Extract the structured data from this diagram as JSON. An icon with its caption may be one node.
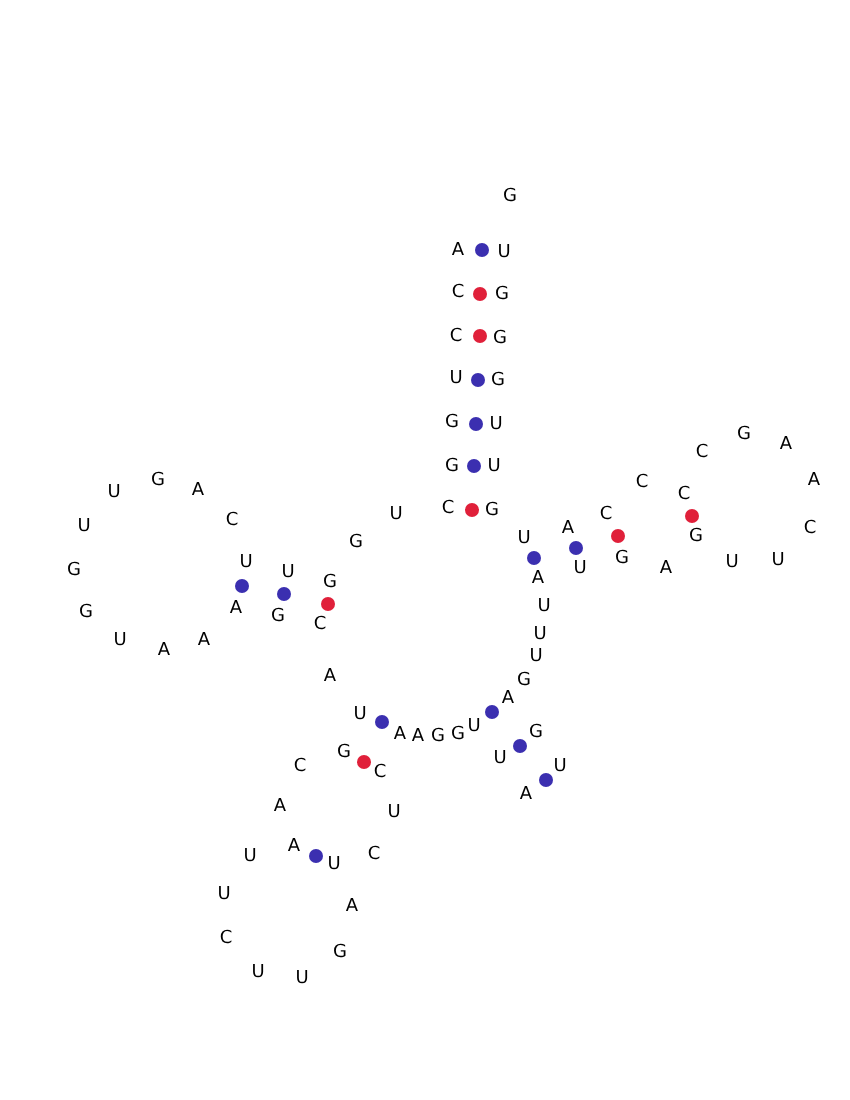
{
  "diagram": {
    "labels": [
      "G",
      "A",
      "U",
      "C",
      "G",
      "C",
      "G",
      "U",
      "G",
      "G",
      "U",
      "G",
      "U",
      "G",
      "A",
      "C",
      "C",
      "A",
      "G",
      "A",
      "U",
      "C",
      "C",
      "G",
      "U",
      "C",
      "C",
      "U",
      "A",
      "C",
      "G",
      "U",
      "G",
      "G",
      "U",
      "U",
      "U",
      "A",
      "U",
      "G",
      "U",
      "A",
      "G",
      "U",
      "A",
      "G",
      "G",
      "C",
      "U",
      "A",
      "U",
      "A",
      "U",
      "A",
      "G",
      "A",
      "U",
      "U",
      "G",
      "A",
      "A",
      "G",
      "G",
      "G",
      "U",
      "U",
      "C",
      "C",
      "A",
      "A",
      "U",
      "A",
      "C",
      "U",
      "U",
      "U",
      "A",
      "C",
      "G",
      "U",
      "U"
    ]
  }
}
